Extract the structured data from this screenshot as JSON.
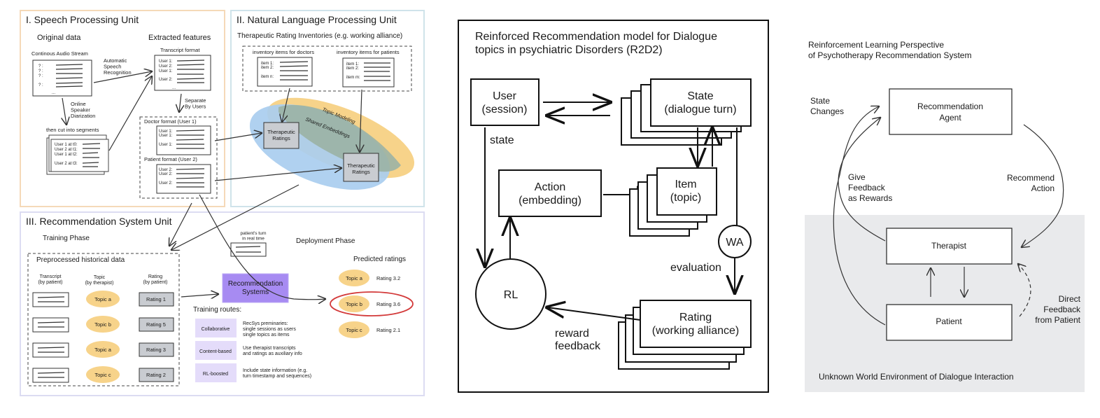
{
  "panel_a": {
    "speech": {
      "title": "I. Speech Processing Unit",
      "original_data": "Original data",
      "extracted_features": "Extracted features",
      "audio_label": "Continous Audio Stream",
      "audio_rows": [
        "? :",
        "? :",
        "? :",
        "? :"
      ],
      "ellipsis": "...",
      "asr_label": [
        "Automatic",
        "Speech",
        "Recognition"
      ],
      "diarization_label": [
        "Online",
        "Speaker",
        "Diarization"
      ],
      "segments_label": "then cut into segments",
      "segment_rows": [
        "User 1 at t0:",
        "User 2 at t1:",
        "User 1 at t2:",
        "User 2 at t3:"
      ],
      "transcript_label": "Transcript format",
      "transcript_rows": [
        "User 1:",
        "User 2:",
        "User 1:",
        "User 2:"
      ],
      "separate_label": [
        "Separate",
        "By Users"
      ],
      "doctor_label": "Doctor format (User 1)",
      "doctor_rows": [
        "User 1:",
        "User 1:",
        "User 1:"
      ],
      "patient_label": "Patient format (User 2)",
      "patient_rows": [
        "User 2:",
        "User 2:",
        "User 2:"
      ]
    },
    "nlp": {
      "title": "II. Natural Language Processing Unit",
      "subtitle": "Therapeutic Rating Inventories (e.g. working alliance)",
      "doctors_label": "inventory items for doctors",
      "doctors_rows": [
        "item 1:",
        "item 2:",
        "item n:"
      ],
      "patients_label": "inventory items for patients",
      "patients_rows": [
        "item 1:",
        "item 2:",
        "item m:"
      ],
      "topic_modeling": "Topic Modeling",
      "shared_embeddings": "Shared Embeddings",
      "rating_box": [
        "Therapeutic",
        "Ratings"
      ]
    },
    "recsys": {
      "title": "III. Recommendation System Unit",
      "training_phase": "Training Phase",
      "deployment_phase": "Deployment Phase",
      "historical_title": "Preprocessed historical data",
      "columns": [
        [
          "Transcript",
          "(by patient)"
        ],
        [
          "Topic",
          "(by therapist)"
        ],
        [
          "Rating",
          "(by patient)"
        ]
      ],
      "rows": [
        {
          "topic": "Topic a",
          "rating": "Rating 1"
        },
        {
          "topic": "Topic b",
          "rating": "Rating 5"
        },
        {
          "topic": "Topic a",
          "rating": "Rating 3"
        },
        {
          "topic": "Topic c",
          "rating": "Rating 2"
        }
      ],
      "patient_turn": [
        "patient's turn",
        "in real time"
      ],
      "recsys_box": [
        "Recommendation",
        "Systems"
      ],
      "training_routes_title": "Training routes:",
      "routes": [
        {
          "name": "Collaborative",
          "desc": [
            "RecSys preminaries:",
            "single sessions as users",
            "single topics as items"
          ]
        },
        {
          "name": "Content-based",
          "desc": [
            "Use therapist transcripts",
            "and ratings as auxiliary info"
          ]
        },
        {
          "name": "RL-boosted",
          "desc": [
            "Include state information (e.g.",
            "turn timestamp and sequences)"
          ]
        }
      ],
      "predicted_title": "Predicted ratings",
      "predicted": [
        {
          "topic": "Topic a",
          "rating": "Rating 3.2",
          "highlighted": false
        },
        {
          "topic": "Topic b",
          "rating": "Rating 3.6",
          "highlighted": true
        },
        {
          "topic": "Topic c",
          "rating": "Rating 2.1",
          "highlighted": false
        }
      ]
    }
  },
  "panel_b": {
    "title": [
      "Reinforced Recommendation model for Dialogue",
      "topics in psychiatric Disorders (R2D2)"
    ],
    "user": [
      "User",
      "(session)"
    ],
    "state": [
      "State",
      "(dialogue turn)"
    ],
    "action": [
      "Action",
      "(embedding)"
    ],
    "item": [
      "Item",
      "(topic)"
    ],
    "rl": "RL",
    "wa": "WA",
    "rating": [
      "Rating",
      "(working alliance)"
    ],
    "state_label": "state",
    "evaluation_label": "evaluation",
    "reward_label": [
      "reward",
      "feedback"
    ]
  },
  "panel_c": {
    "title": [
      "Reinforcement Learning Perspective",
      "of Psychotherapy Recommendation System"
    ],
    "agent": [
      "Recommendation",
      "Agent"
    ],
    "therapist": "Therapist",
    "patient": "Patient",
    "state_changes": [
      "State",
      "Changes"
    ],
    "give_feedback": [
      "Give",
      "Feedback",
      "as Rewards"
    ],
    "recommend_action": [
      "Recommend",
      "Action"
    ],
    "direct_feedback": [
      "Direct",
      "Feedback",
      "from Patient"
    ],
    "environment": "Unknown World Environment of Dialogue Interaction"
  },
  "colors": {
    "speech_border": "#f5d9b8",
    "nlp_border": "#cfe3ea",
    "recsys_border": "#dcdcf2",
    "topic_fill": "#f7d38a",
    "embedding_blue": "#a9cdef",
    "overlap_green": "#9bb3a4",
    "rating_fill": "#c9ccd1",
    "recsys_fill": "#a78bf2",
    "route_fill": "#e4dcfa",
    "highlight_red": "#d33a3a",
    "environment_fill": "#e9eaec"
  }
}
